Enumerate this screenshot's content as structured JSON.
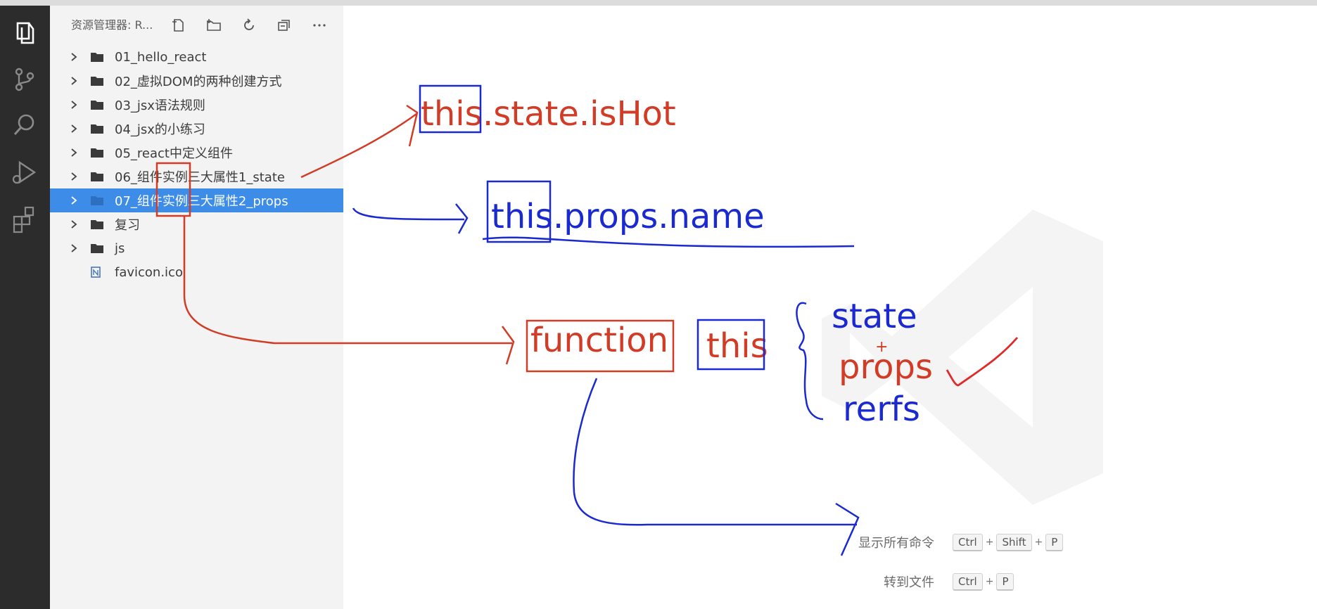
{
  "sidebar": {
    "title": "资源管理器: R...",
    "items": [
      {
        "label": "01_hello_react",
        "type": "folder",
        "selected": false
      },
      {
        "label": "02_虚拟DOM的两种创建方式",
        "type": "folder",
        "selected": false
      },
      {
        "label": "03_jsx语法规则",
        "type": "folder",
        "selected": false
      },
      {
        "label": "04_jsx的小练习",
        "type": "folder",
        "selected": false
      },
      {
        "label": "05_react中定义组件",
        "type": "folder",
        "selected": false
      },
      {
        "label": "06_组件实例三大属性1_state",
        "type": "folder",
        "selected": false
      },
      {
        "label": "07_组件实例三大属性2_props",
        "type": "folder",
        "selected": true
      },
      {
        "label": "复习",
        "type": "folder",
        "selected": false
      },
      {
        "label": "js",
        "type": "folder",
        "selected": false
      },
      {
        "label": "favicon.ico",
        "type": "file",
        "selected": false
      }
    ]
  },
  "hints": {
    "show_all_commands": {
      "label": "显示所有命令",
      "keys": [
        "Ctrl",
        "Shift",
        "P"
      ]
    },
    "go_to_file": {
      "label": "转到文件",
      "keys": [
        "Ctrl",
        "P"
      ]
    }
  },
  "annotations": {
    "this_state": {
      "prefix": "this",
      "suffix": ".state.isHot"
    },
    "this_props": {
      "prefix": "this",
      "suffix": ".props.name"
    },
    "function_word": "function",
    "this_word": "this",
    "state_word": "state",
    "plus_sign": "+",
    "props_word": "props",
    "refs_word": "rerfs"
  },
  "colors": {
    "ink_red": "#d23c26",
    "ink_blue": "#1a2ad0",
    "selection": "#3c8ce8",
    "activity_bar": "#2c2c2c",
    "sidebar_bg": "#f3f3f3"
  }
}
